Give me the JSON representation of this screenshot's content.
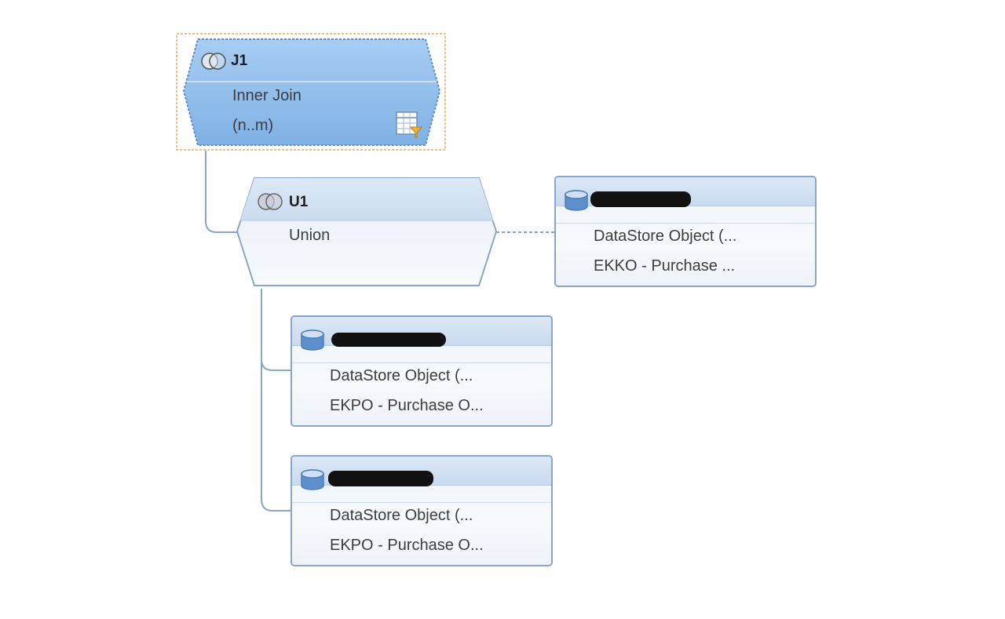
{
  "join_node": {
    "name": "J1",
    "type_label": "Inner Join",
    "cardinality": "(n..m)",
    "icons": [
      "join-icon",
      "table-filter-icon"
    ],
    "fill_color": "#8dbbe9",
    "selection_color": "#f0a55a"
  },
  "union_node": {
    "name": "U1",
    "type_label": "Union",
    "icons": [
      "union-icon"
    ]
  },
  "datastores": [
    {
      "line1": "DataStore Object (...",
      "line2": "EKKO - Purchase ...",
      "icon": "database-icon"
    },
    {
      "line1": "DataStore Object (...",
      "line2": "EKPO - Purchase O...",
      "icon": "database-icon"
    },
    {
      "line1": "DataStore Object (...",
      "line2": "EKPO - Purchase O...",
      "icon": "database-icon"
    }
  ],
  "colors": {
    "border": "#8aa6c7",
    "connector": "#8aa6c7",
    "header_fill": "#d6e4f5"
  }
}
